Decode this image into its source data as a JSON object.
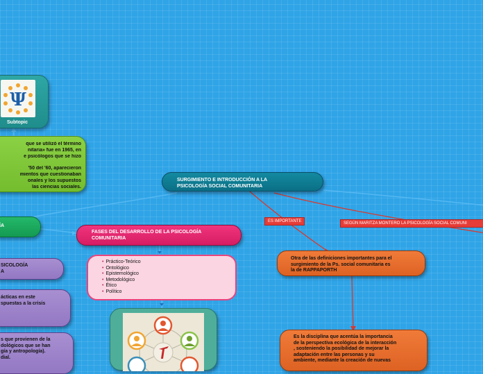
{
  "central": {
    "line1": "SURGIMIENTO E INTRODUCCIÓN A LA",
    "line2": "PSICOLOGÍA SOCIAL COMUNITARIA"
  },
  "subtopic": {
    "label": "Subtopic"
  },
  "green_desc": {
    "lines": [
      "que se utilizó el término",
      "nitaria» fue en 1965, en",
      "e psicólogos que se hizo",
      "",
      "'50 del '60, aparecieron",
      "mientos que cuestionaban",
      "onales y los supuestos",
      "las ciencias sociales."
    ]
  },
  "green_bar": {
    "label": "ÍA"
  },
  "fases": {
    "line1": "FASES DEL DESARROLLO DE LA PSICOLOGÍA",
    "line2": "COMUNITARIA"
  },
  "fases_items": [
    "Práctico-Teórico",
    "Ontológico",
    "Epistemológico",
    "Metodológico",
    "Ético",
    "Político"
  ],
  "purple1": {
    "lines": [
      "SICOLOGÍA",
      "A"
    ]
  },
  "purple2": {
    "lines": [
      "ácticas en este",
      "spuestas a la crisis"
    ]
  },
  "purple3": {
    "lines": [
      "s que provienen de la",
      "dológicos que se han",
      "gía y antropología).",
      "dial."
    ]
  },
  "tag_important": "ES IMPORTANTE",
  "tag_montero": "SEGÚN MARITZA MONTERO LA PSICOLOGÍA SOCIAL COMUNI",
  "orange1": {
    "lines": [
      "Otra de las definiciones importantes para el",
      "surgimiento de la Ps. social comunitaria es",
      "la de RAPPAPORTH"
    ]
  },
  "orange2": {
    "lines": [
      "Es la disciplina que acentúa la importancia",
      "de la perspectiva ecológica de la interacción",
      ", sosteniendo la posibilidad de mejorar la",
      "adaptación entre las personas y su",
      "ambiente, mediante la creación de nuevas"
    ]
  },
  "colors": {
    "background": "#2fa4e7",
    "central": "#0e7d94",
    "subtopic": "#2ea7a5",
    "green": "#7fc83a",
    "green_dark": "#1aa85e",
    "pink": "#e8266f",
    "pink_light": "#fbd5e2",
    "purple": "#9d84ca",
    "orange": "#e86d2c",
    "tag": "#e63c37",
    "connector_blue": "#55b8f2",
    "connector_red": "#d83a2f"
  }
}
